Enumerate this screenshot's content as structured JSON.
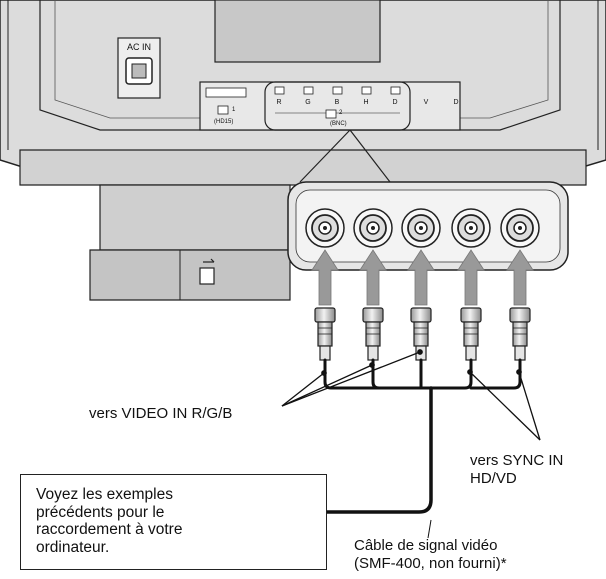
{
  "panel": {
    "ac_in_label": "AC IN",
    "rgb_connectors": [
      "R",
      "G",
      "B",
      "H",
      "D"
    ],
    "extra_labels": [
      "V",
      "D"
    ],
    "input1_label": "(HD15)",
    "input2_label": "(BNC)",
    "input1_number": "1",
    "input2_number": "2"
  },
  "labels": {
    "video_in": "vers VIDEO IN R/G/B",
    "sync_in_line1": "vers SYNC IN",
    "sync_in_line2": "HD/VD",
    "cable_line1": "Câble de signal vidéo",
    "cable_line2": "(SMF-400, non fourni)*"
  },
  "note": {
    "text": "Voyez les exemples\nprécédents pour le\nraccordement à votre\nordinateur."
  }
}
